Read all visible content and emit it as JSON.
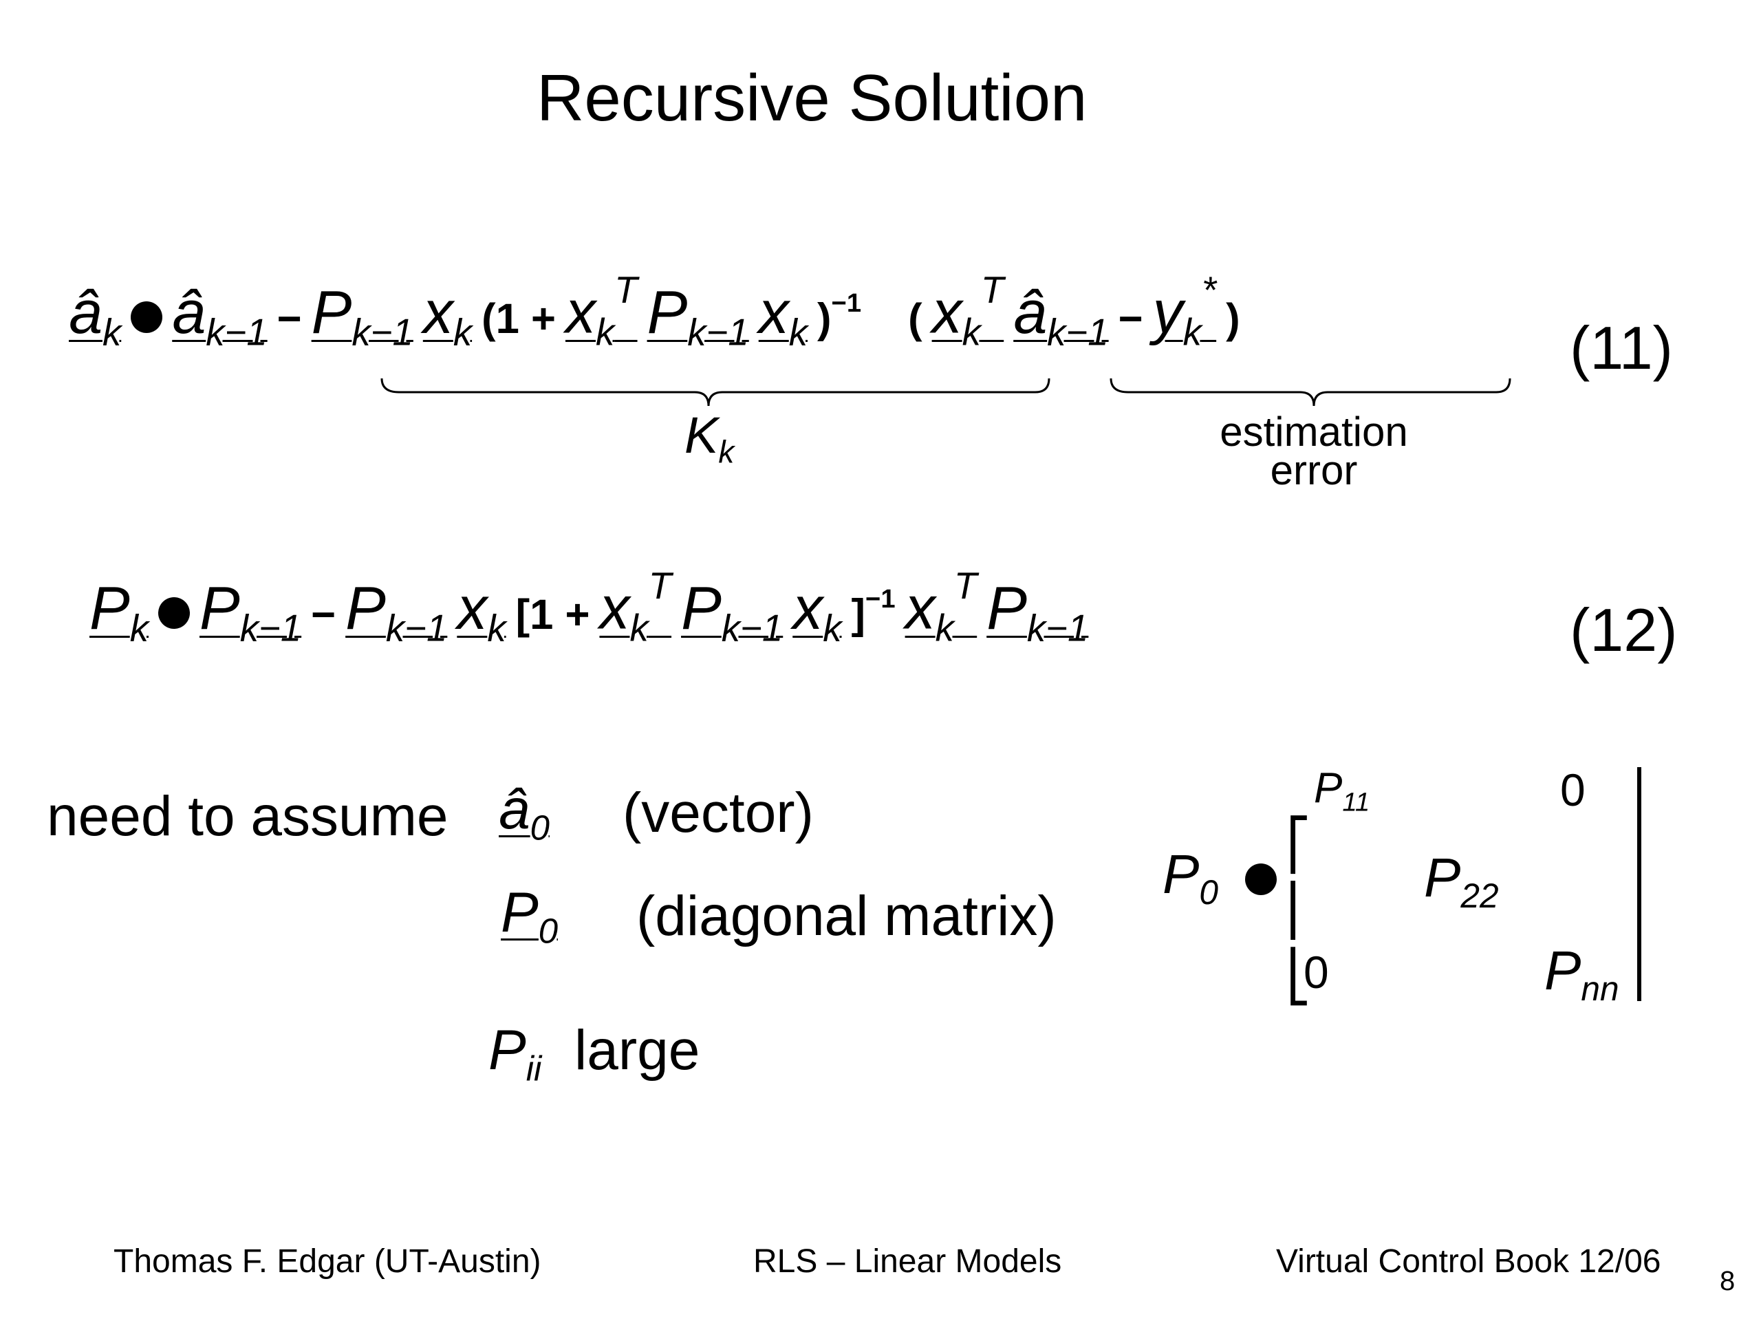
{
  "slide": {
    "title": "Recursive Solution",
    "equations": {
      "eq11": {
        "number": "(11)",
        "lhs": "â",
        "k": "k",
        "k1": "k−1",
        "a_hat": "â",
        "P": "P",
        "x": "x",
        "y": "y",
        "T": "T",
        "star": "*",
        "minus_one": "−1",
        "gain_label": "K",
        "gain_sub": "k",
        "error_label_line1": "estimation",
        "error_label_line2": "error"
      },
      "eq12": {
        "number": "(12)",
        "P": "P",
        "x": "x",
        "k": "k",
        "k1": "k−1",
        "T": "T",
        "minus_one": "−1"
      }
    },
    "assumptions": {
      "lead": "need to assume",
      "a0": "â",
      "a0_sub": "0",
      "a0_desc": "(vector)",
      "P0": "P",
      "P0_sub": "0",
      "P0_desc": "(diagonal matrix)",
      "Pii": "P",
      "Pii_sub": "ii",
      "Pii_desc": "large"
    },
    "matrix": {
      "lhs": "P",
      "lhs_sub": "0",
      "p11": "P",
      "p11_sub": "11",
      "p22": "P",
      "p22_sub": "22",
      "pnn": "P",
      "pnn_sub": "nn",
      "zero_top": "0",
      "zero_bottom": "0"
    },
    "footer": {
      "left": "Thomas F. Edgar (UT-Austin)",
      "center": "RLS – Linear Models",
      "right": "Virtual Control Book 12/06",
      "page": "8"
    }
  }
}
